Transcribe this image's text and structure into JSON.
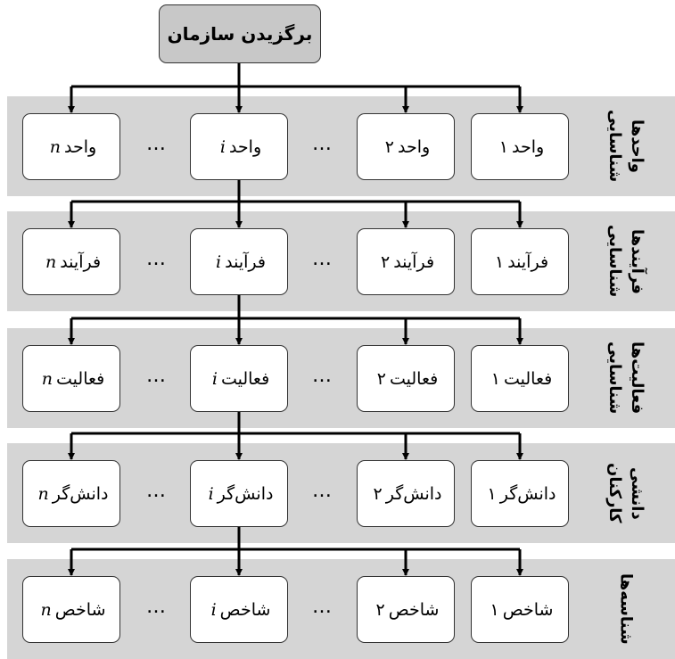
{
  "top": {
    "label": "برگزیدن سازمان"
  },
  "dots": "…",
  "rows": [
    {
      "label_lines": [
        "شناسایی",
        "واحدها"
      ],
      "boxes": [
        {
          "word": "واحد",
          "index": "۱",
          "italic": false
        },
        {
          "word": "واحد",
          "index": "۲",
          "italic": false
        },
        {
          "word": "واحد",
          "index": "i",
          "italic": true
        },
        {
          "word": "واحد",
          "index": "n",
          "italic": true
        }
      ]
    },
    {
      "label_lines": [
        "شناسایی",
        "فرآیندها"
      ],
      "boxes": [
        {
          "word": "فرآیند",
          "index": "۱",
          "italic": false
        },
        {
          "word": "فرآیند",
          "index": "۲",
          "italic": false
        },
        {
          "word": "فرآیند",
          "index": "i",
          "italic": true
        },
        {
          "word": "فرآیند",
          "index": "n",
          "italic": true
        }
      ]
    },
    {
      "label_lines": [
        "شناسایی",
        "فعالیت‌ها"
      ],
      "boxes": [
        {
          "word": "فعالیت",
          "index": "۱",
          "italic": false
        },
        {
          "word": "فعالیت",
          "index": "۲",
          "italic": false
        },
        {
          "word": "فعالیت",
          "index": "i",
          "italic": true
        },
        {
          "word": "فعالیت",
          "index": "n",
          "italic": true
        }
      ]
    },
    {
      "label_lines": [
        "کارکنان",
        "دانشی"
      ],
      "boxes": [
        {
          "word": "دانش‌گر",
          "index": "۱",
          "italic": false
        },
        {
          "word": "دانش‌گر",
          "index": "۲",
          "italic": false
        },
        {
          "word": "دانش‌گر",
          "index": "i",
          "italic": true
        },
        {
          "word": "دانش‌گر",
          "index": "n",
          "italic": true
        }
      ]
    },
    {
      "label_lines": [
        "شناسه‌ها"
      ],
      "boxes": [
        {
          "word": "شاخص",
          "index": "۱",
          "italic": false
        },
        {
          "word": "شاخص",
          "index": "۲",
          "italic": false
        },
        {
          "word": "شاخص",
          "index": "i",
          "italic": true
        },
        {
          "word": "شاخص",
          "index": "n",
          "italic": true
        }
      ]
    }
  ]
}
